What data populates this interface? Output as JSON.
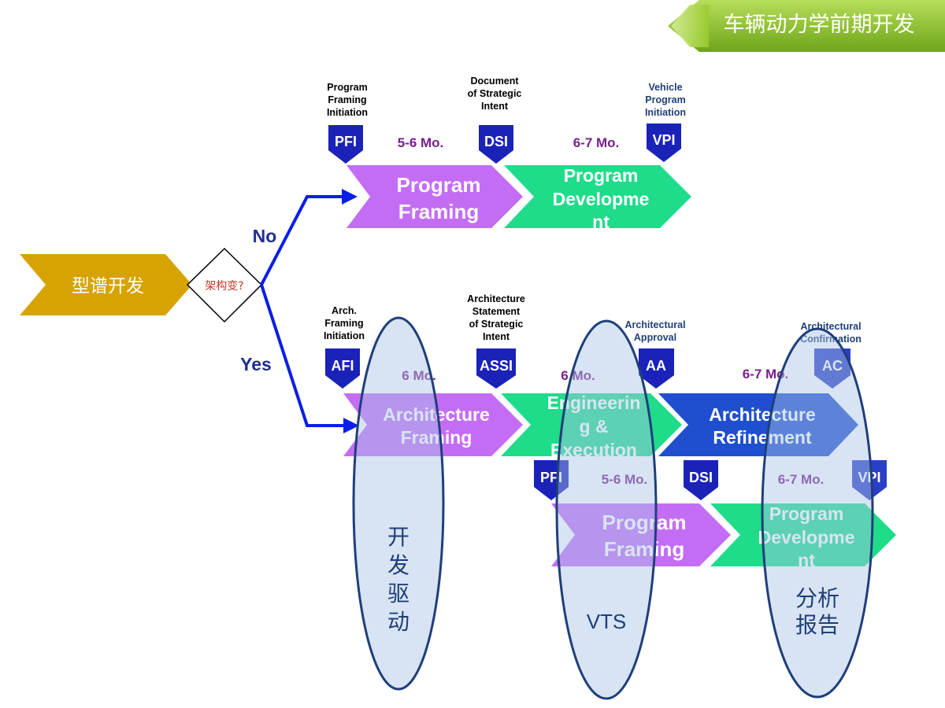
{
  "header": {
    "title": "车辆动力学前期开发"
  },
  "start": {
    "label": "型谱开发"
  },
  "decision": {
    "label": "架构变?"
  },
  "branches": {
    "no": "No",
    "yes": "Yes"
  },
  "top_track": {
    "gates": [
      {
        "tag": "PFI",
        "caption": [
          "Program",
          "Framing",
          "Initiation"
        ]
      },
      {
        "tag": "DSI",
        "caption": [
          "Document",
          "of Strategic",
          "Intent"
        ]
      },
      {
        "tag": "VPI",
        "caption": [
          "Vehicle",
          "Program",
          "Initiation"
        ]
      }
    ],
    "durations": [
      "5-6 Mo.",
      "6-7 Mo."
    ],
    "phases": [
      {
        "lines": [
          "Program",
          "Framing"
        ],
        "color": "#c36df5"
      },
      {
        "lines": [
          "Program",
          "Developme",
          "nt"
        ],
        "color": "#1fdc8a"
      }
    ]
  },
  "bottom_track": {
    "gates": [
      {
        "tag": "AFI",
        "caption": [
          "Arch.",
          "Framing",
          "Initiation"
        ]
      },
      {
        "tag": "ASSI",
        "caption": [
          "Architecture",
          "Statement",
          "of Strategic",
          "Intent"
        ]
      },
      {
        "tag": "AA",
        "caption": [
          "Architectural",
          "Approval"
        ]
      },
      {
        "tag": "AC",
        "caption": [
          "Architectural",
          "Confirmation"
        ]
      }
    ],
    "durations": [
      "6 Mo.",
      "6 Mo.",
      "6-7 Mo."
    ],
    "phases": [
      {
        "lines": [
          "Architecture",
          "Framing"
        ],
        "color": "#c36df5"
      },
      {
        "lines": [
          "Engineerin",
          "g &",
          "Execution"
        ],
        "color": "#1fdc8a"
      },
      {
        "lines": [
          "Architecture",
          "Refinement"
        ],
        "color": "#1f4fcf"
      }
    ]
  },
  "sub_track": {
    "gates": [
      {
        "tag": "PFI"
      },
      {
        "tag": "DSI"
      },
      {
        "tag": "VPI"
      }
    ],
    "durations": [
      "5-6 Mo.",
      "6-7 Mo."
    ],
    "phases": [
      {
        "lines": [
          "Program",
          "Framing"
        ],
        "color": "#c36df5"
      },
      {
        "lines": [
          "Program",
          "Developme",
          "nt"
        ],
        "color": "#1fdc8a"
      }
    ]
  },
  "ovals": [
    {
      "label": [
        "开",
        "发",
        "驱",
        "动"
      ]
    },
    {
      "label": [
        "VTS"
      ]
    },
    {
      "label": [
        "分析",
        "报告"
      ]
    }
  ],
  "colors": {
    "gold": "#d6a300",
    "gate": "#1a22b8",
    "connector": "#0a1ee6",
    "header_green": "#8fc21f"
  }
}
